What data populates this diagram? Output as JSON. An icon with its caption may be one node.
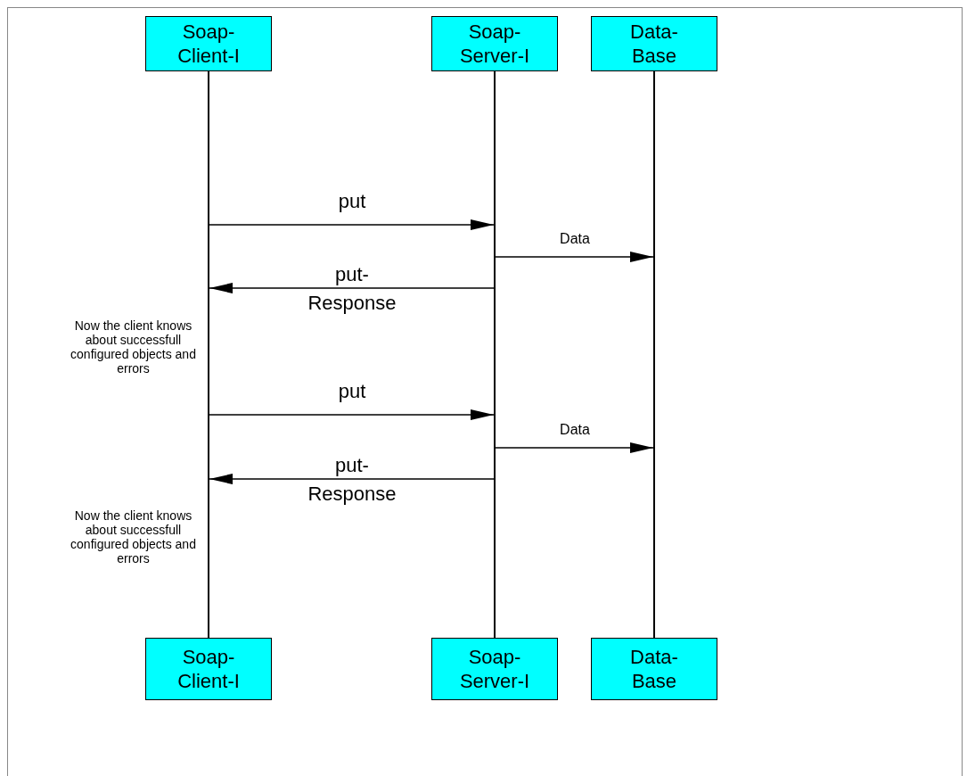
{
  "diagram": {
    "nodes": [
      {
        "text": [
          "Soap- Client-I"
        ]
      },
      {
        "text": [
          "Soap- Server-I"
        ]
      },
      {
        "text": [
          "Data- Base"
        ]
      },
      {
        "text": [
          "Soap- Client-I"
        ]
      },
      {
        "text": [
          "Soap- Server-I"
        ]
      },
      {
        "text": [
          "Data- Base"
        ]
      },
      {
        "text": [],
        "shape": "bar"
      },
      {
        "text": [],
        "shape": "bar"
      },
      {
        "text": [],
        "shape": "bar"
      }
    ],
    "edges": [
      {
        "from": 6,
        "to": 7,
        "arrow": "to",
        "label": "put"
      },
      {
        "from": 7,
        "to": 8,
        "arrow": "to",
        "label": "Data"
      },
      {
        "from": 7,
        "to": 6,
        "arrow": "to",
        "label": "put- Response"
      },
      {
        "from": 6,
        "to": 7,
        "arrow": "to",
        "label": "put"
      },
      {
        "from": 7,
        "to": 8,
        "arrow": "to",
        "label": "Data"
      },
      {
        "from": 7,
        "to": 6,
        "arrow": "to",
        "label": "put- Response"
      }
    ],
    "labels": [
      "Now the client knows about successfull configured objects and errors",
      "Now the client knows about successfull configured objects and errors"
    ]
  }
}
